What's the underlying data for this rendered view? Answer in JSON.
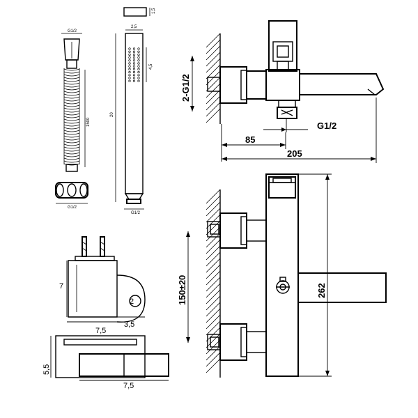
{
  "labels": {
    "dim_85": "85",
    "dim_205": "205",
    "thread_g12": "G1/2",
    "thread_2g12": "2-G1/2",
    "dim_150": "150±20",
    "dim_262": "262",
    "dim_7": "7",
    "dim_2": "2",
    "dim_75_top": "7,5",
    "dim_35": "3,5",
    "dim_55": "5,5",
    "dim_75_bottom": "7,5",
    "hose_g12_top": "G1/2",
    "hose_length": "1500",
    "hose_g12_bottom": "G1/2",
    "shower_25": "2,5",
    "shower_20": "20",
    "shower_45": "4,5",
    "shower_g12": "G1/2",
    "cap_15": "1,5"
  }
}
